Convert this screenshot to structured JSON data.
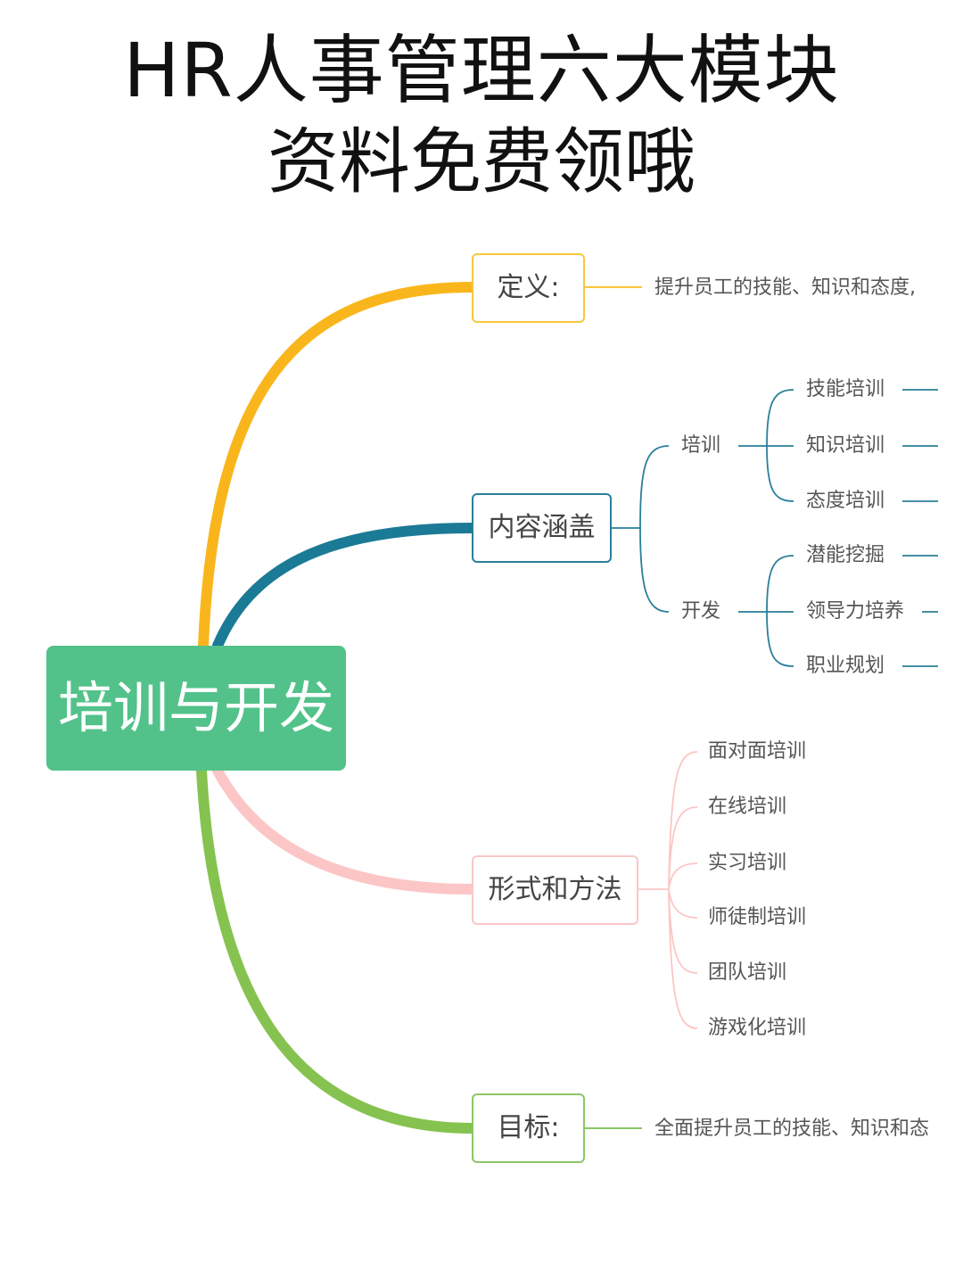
{
  "header": {
    "title_line1": "HR人事管理六大模块",
    "title_line2": "资料免费领哦"
  },
  "mindmap": {
    "root": "培训与开发",
    "colors": {
      "root": "#52c28a",
      "definition": "#f9b61c",
      "content": "#1b7a95",
      "forms": "#fcc6c6",
      "goal": "#86c24f"
    },
    "definition": {
      "label": "定义:",
      "text": "提升员工的技能、知识和态度,"
    },
    "content": {
      "label": "内容涵盖",
      "training": {
        "label": "培训",
        "items": [
          "技能培训",
          "知识培训",
          "态度培训"
        ]
      },
      "development": {
        "label": "开发",
        "items": [
          "潜能挖掘",
          "领导力培养",
          "职业规划"
        ]
      }
    },
    "forms": {
      "label": "形式和方法",
      "items": [
        "面对面培训",
        "在线培训",
        "实习培训",
        "师徒制培训",
        "团队培训",
        "游戏化培训"
      ]
    },
    "goal": {
      "label": "目标:",
      "text": "全面提升员工的技能、知识和态"
    }
  }
}
